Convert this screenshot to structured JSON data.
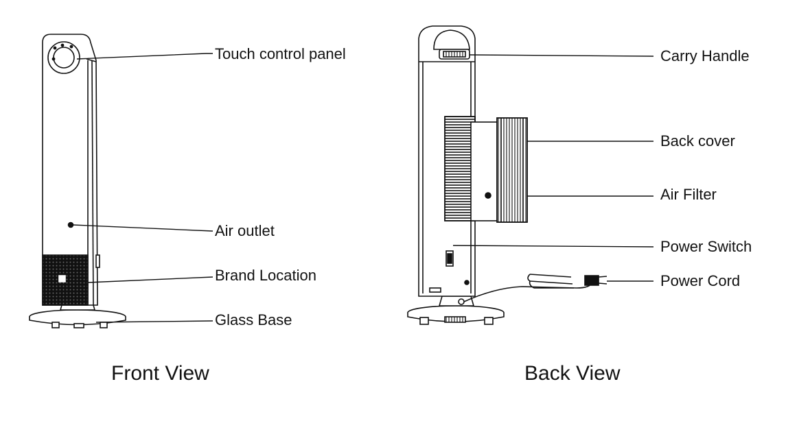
{
  "front": {
    "caption": "Front View",
    "labels": {
      "touch_panel": "Touch control panel",
      "air_outlet": "Air outlet",
      "brand_location": "Brand Location",
      "glass_base": "Glass Base"
    }
  },
  "back": {
    "caption": "Back View",
    "labels": {
      "carry_handle": "Carry Handle",
      "back_cover": "Back cover",
      "air_filter": "Air Filter",
      "power_switch": "Power Switch",
      "power_cord": "Power Cord"
    }
  }
}
